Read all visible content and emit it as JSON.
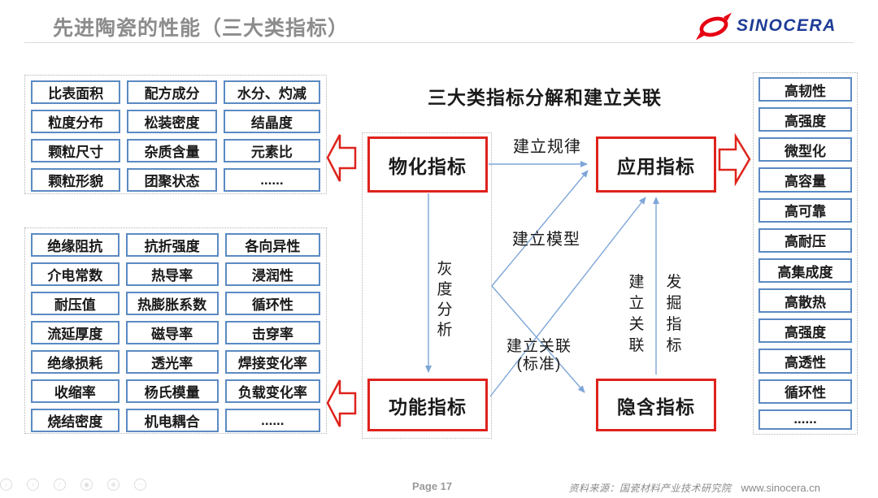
{
  "header": {
    "title": "先进陶瓷的性能（三大类指标）",
    "logo_text": "SINOCERA"
  },
  "diagram": {
    "heading": "三大类指标分解和建立关联",
    "nodes": {
      "physico": "物化指标",
      "application": "应用指标",
      "functional": "功能指标",
      "implicit": "隐含指标"
    },
    "edge_labels": {
      "rule": "建立规律",
      "model": "建立模型",
      "grey_analysis": "灰度分析",
      "associate_standard_line1": "建立关联",
      "associate_standard_line2": "(标准)",
      "associate_vertical": "建立关联",
      "discover_vertical": "发掘指标"
    }
  },
  "left_top_grid": [
    "比表面积",
    "配方成分",
    "水分、灼减",
    "粒度分布",
    "松装密度",
    "结晶度",
    "颗粒尺寸",
    "杂质含量",
    "元素比",
    "颗粒形貌",
    "团聚状态",
    "......"
  ],
  "left_bottom_grid": [
    "绝缘阻抗",
    "抗折强度",
    "各向异性",
    "介电常数",
    "热导率",
    "浸润性",
    "耐压值",
    "热膨胀系数",
    "循环性",
    "流延厚度",
    "磁导率",
    "击穿率",
    "绝缘损耗",
    "透光率",
    "焊接变化率",
    "收缩率",
    "杨氏模量",
    "负载变化率",
    "烧结密度",
    "机电耦合",
    "......"
  ],
  "right_grid": [
    "高韧性",
    "高强度",
    "微型化",
    "高容量",
    "高可靠",
    "高耐压",
    "高集成度",
    "高散热",
    "高强度",
    "高透性",
    "循环性",
    "......"
  ],
  "footer": {
    "page": "Page 17",
    "source": "资料来源：国瓷材料产业技术研究院",
    "website": "www.sinocera.cn",
    "toolbar_glyphs": [
      "‹",
      "›",
      "∕",
      "◉",
      "⊕",
      "⋯"
    ]
  },
  "colors": {
    "accent_red": "#de231c",
    "small_box_blue": "#5b8ac2",
    "connector_blue": "#7ea6d8",
    "logo_blue": "#1e3c96",
    "logo_red": "#e60012",
    "title_gray": "#8c8c8c"
  }
}
